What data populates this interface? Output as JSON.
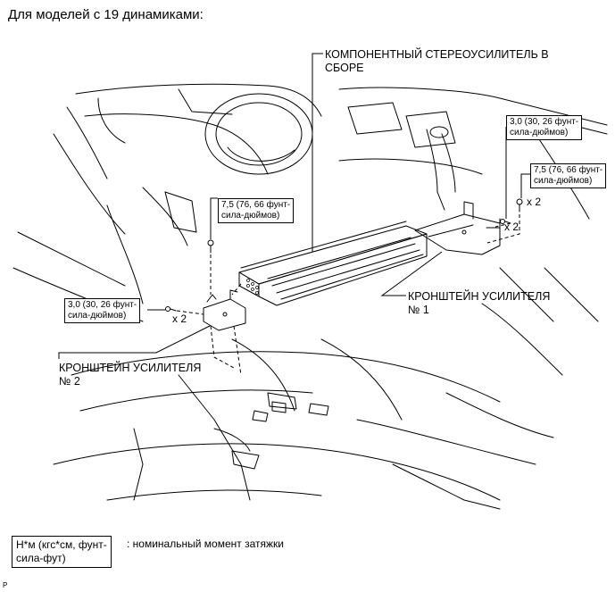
{
  "heading": "Для моделей с 19 динамиками:",
  "callouts": {
    "amplifier": "КОМПОНЕНТНЫЙ СТЕРЕОУСИЛИТЕЛЬ В СБОРЕ",
    "bracket1": "КРОНШТЕЙН УСИЛИТЕЛЯ\n№ 1",
    "bracket2": "КРОНШТЕЙН УСИЛИТЕЛЯ\n№ 2"
  },
  "torque_specs": {
    "top_right": "3,0 (30, 26 фунт-\nсила-дюймов)",
    "right": "7,5 (76, 66 фунт-\nсила-дюймов)",
    "center": "7,5 (76, 66 фунт-\nсила-дюймов)",
    "left": "3,0 (30, 26 фунт-\nсила-дюймов)"
  },
  "quantities": {
    "right_upper": "x 2",
    "right_lower": "x 2",
    "left": "x 2"
  },
  "legend": {
    "box": "Н*м (кгс*см, фунт-\nсила-фут)",
    "text": ": номинальный момент затяжки"
  },
  "corner_mark": "P"
}
